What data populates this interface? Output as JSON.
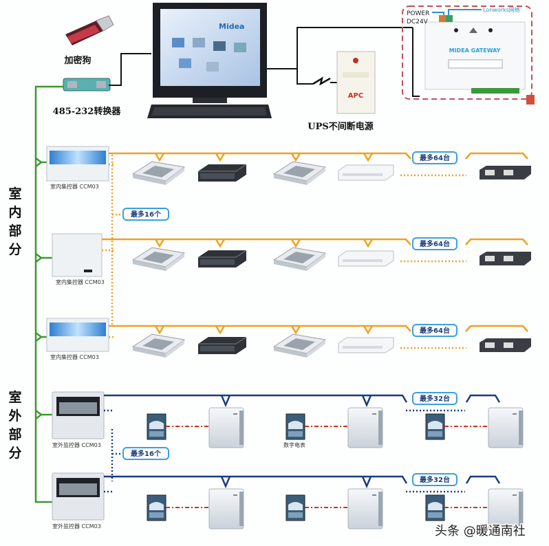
{
  "top": {
    "dongle_label": "加密狗",
    "converter_label": "485-232转换器",
    "ups_label": "UPS不间断电源",
    "gateway": {
      "power": "POWER",
      "dc": "DC24V",
      "network": "Lonworks网络",
      "title": "MIDEA GATEWAY"
    },
    "monitor_brand": "Midea"
  },
  "sections": {
    "indoor": [
      "室",
      "内",
      "部",
      "分"
    ],
    "outdoor": [
      "室",
      "外",
      "部",
      "分"
    ]
  },
  "indoor": {
    "controller_label": "室内集控器 CCM03",
    "max_controllers": "最多16个",
    "max_units": "最多64台"
  },
  "outdoor": {
    "controller_label": "室外监控器 CCM03",
    "max_controllers": "最多16个",
    "max_units": "最多32台",
    "meter_label": "数字电表"
  },
  "watermark": "头条 @暖通南社",
  "colors": {
    "bus": "#3a9a2a",
    "indoor_line": "#f0a020",
    "outdoor_line": "#1a3a80",
    "meter_link": "#d03020"
  }
}
